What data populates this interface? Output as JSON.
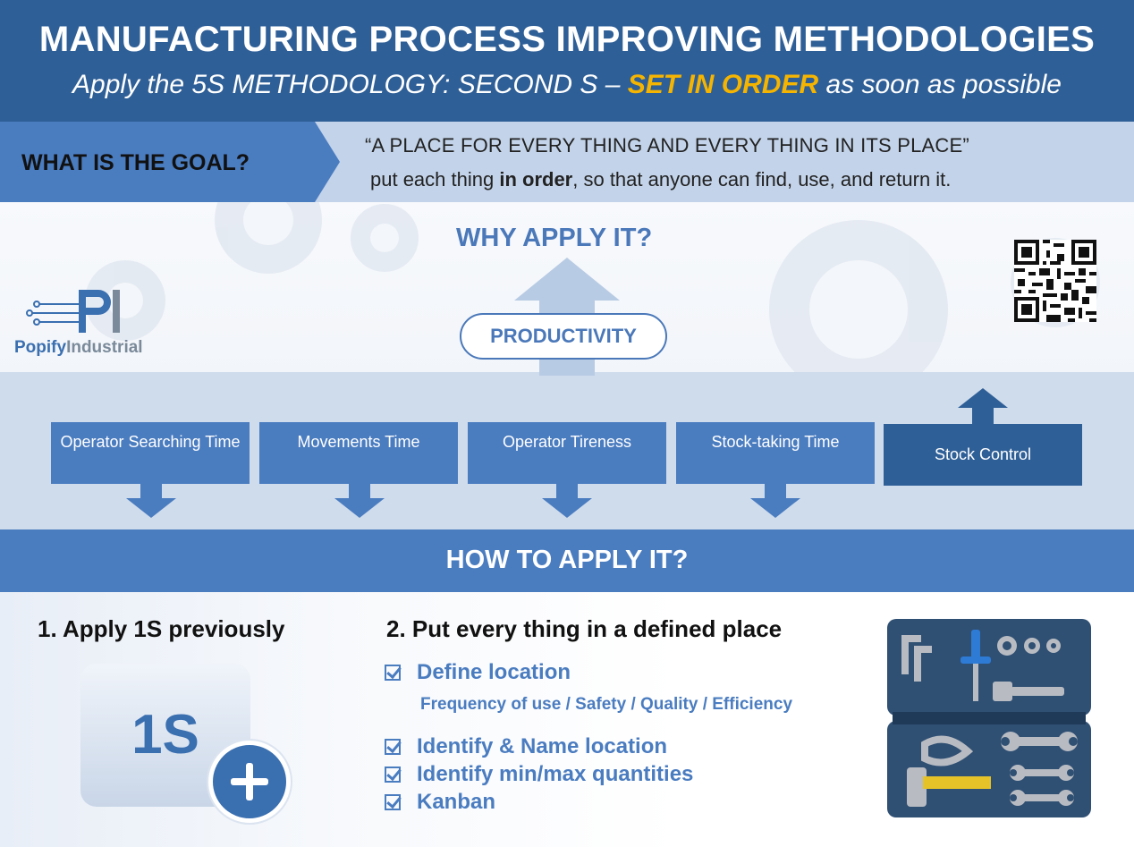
{
  "header": {
    "title": "MANUFACTURING PROCESS IMPROVING METHODOLOGIES",
    "subtitle_pre": "Apply the 5S METHODOLOGY: SECOND S – ",
    "subtitle_highlight": "SET IN ORDER",
    "subtitle_post": " as soon as possible"
  },
  "goal": {
    "label": "WHAT IS THE GOAL?",
    "quote": "“A PLACE FOR EVERY THING AND EVERY THING IN ITS PLACE”",
    "desc_pre": "put each thing ",
    "desc_bold": "in order",
    "desc_post": ", so that anyone can find, use, and return it."
  },
  "why": {
    "title": "WHY APPLY IT?",
    "productivity": "PRODUCTIVITY",
    "factors": [
      {
        "label": "Operator Searching Time",
        "direction": "down"
      },
      {
        "label": "Movements Time",
        "direction": "down"
      },
      {
        "label": "Operator Tireness",
        "direction": "down"
      },
      {
        "label": "Stock-taking Time",
        "direction": "down"
      },
      {
        "label": "Stock Control",
        "direction": "up"
      }
    ]
  },
  "logo": {
    "text_a": "Popify",
    "text_b": "Industrial",
    "mark": "PI"
  },
  "how": {
    "title": "HOW TO APPLY IT?",
    "step1": {
      "title": "1. Apply 1S previously",
      "card_label": "1S"
    },
    "step2": {
      "title": "2. Put every thing in a defined place",
      "items": [
        "Define location",
        "Identify & Name location",
        "Identify min/max quantities",
        "Kanban"
      ],
      "criteria": "Frequency of use / Safety / Quality / Efficiency"
    }
  },
  "colors": {
    "primary_dark": "#2f5f97",
    "primary": "#4a7cc0",
    "highlight": "#f5b400",
    "band_light": "#c3d3e9"
  }
}
